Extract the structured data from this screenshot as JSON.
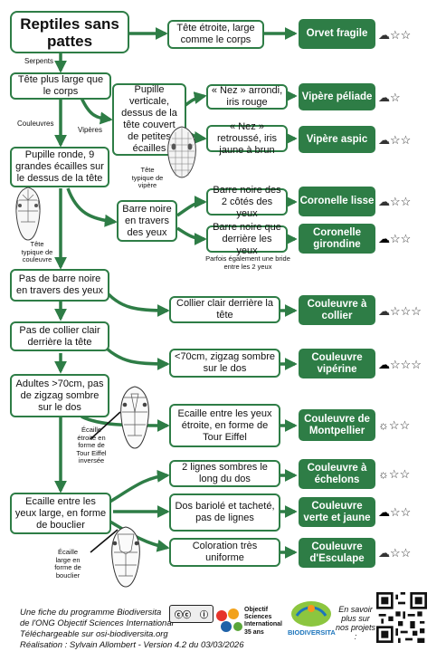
{
  "title": "Reptiles sans pattes",
  "branch_labels": {
    "serpents": "Serpents",
    "couleuvres": "Couleuvres",
    "viperes": "Vipères"
  },
  "boxes": {
    "tete_etroite": "Tête étroite, large comme le corps",
    "tete_plus_large": "Tête plus large que le corps",
    "pupille_verticale": "Pupille verticale, dessus de la tête couvert de petites écailles",
    "nez_arrondi": "« Nez » arrondi, iris rouge",
    "nez_retrousse": "« Nez » retroussé, iris jaune à brun",
    "pupille_ronde": "Pupille ronde, 9 grandes écailles sur le dessus de la tête",
    "barre_noire": "Barre noire en travers des yeux",
    "barre_2_cotes": "Barre noire des 2 côtés des yeux",
    "barre_derriere": "Barre noire que derrière les yeux",
    "pas_de_barre": "Pas de barre noire en travers des yeux",
    "collier_clair": "Collier clair derrière la tête",
    "pas_de_collier": "Pas de collier clair derrière la tête",
    "moins_70": "<70cm, zigzag sombre sur le dos",
    "adultes_70": "Adultes >70cm, pas de zigzag sombre sur le dos",
    "ecaille_etroite": "Ecaille entre les yeux étroite, en forme de Tour Eiffel",
    "ecaille_large": "Ecaille entre les yeux large, en forme de bouclier",
    "deux_lignes": "2 lignes sombres le long du dos",
    "dos_bariole": "Dos bariolé et tacheté, pas de lignes",
    "coloration": "Coloration très uniforme"
  },
  "results": {
    "orvet": "Orvet fragile",
    "peliade": "Vipère péliade",
    "aspic": "Vipère aspic",
    "coronelle_lisse": "Coronelle lisse",
    "coronelle_girondine": "Coronelle girondine",
    "collier": "Couleuvre à collier",
    "viperine": "Couleuvre vipérine",
    "montpellier": "Couleuvre de Montpellier",
    "echelons": "Couleuvre à échelons",
    "verte_jaune": "Couleuvre verte et jaune",
    "esculape": "Couleuvre d'Esculape"
  },
  "captions": {
    "tete_vipere": "Tête typique de vipère",
    "tete_couleuvre": "Tête typique de couleuvre",
    "ecaille_etroite": "Écaille étroite en forme de Tour Eiffel inversée",
    "ecaille_large": "Écaille large en forme de bouclier",
    "bride": "Parfois également une bride entre les 2 yeux"
  },
  "footer": {
    "line1": "Une fiche du programme Biodiversita",
    "line2": "de l'ONG Objectif Sciences International",
    "line3": "Téléchargeable sur osi-biodiversita.org",
    "line4": "Réalisation : Sylvain Allombert - Version 4.2 du 03/03/2026",
    "osi_logo": "Objectif Sciences International",
    "osi_sub": "35 ans",
    "biodiversita_logo": "BIODIVERSITA",
    "more": "En savoir plus sur nos projets :"
  },
  "colors": {
    "green": "#2e7d46",
    "dark": "#111111"
  },
  "icons": {
    "sun": "sun-icon",
    "cloud": "cloud-icon",
    "star": "star-icon"
  }
}
